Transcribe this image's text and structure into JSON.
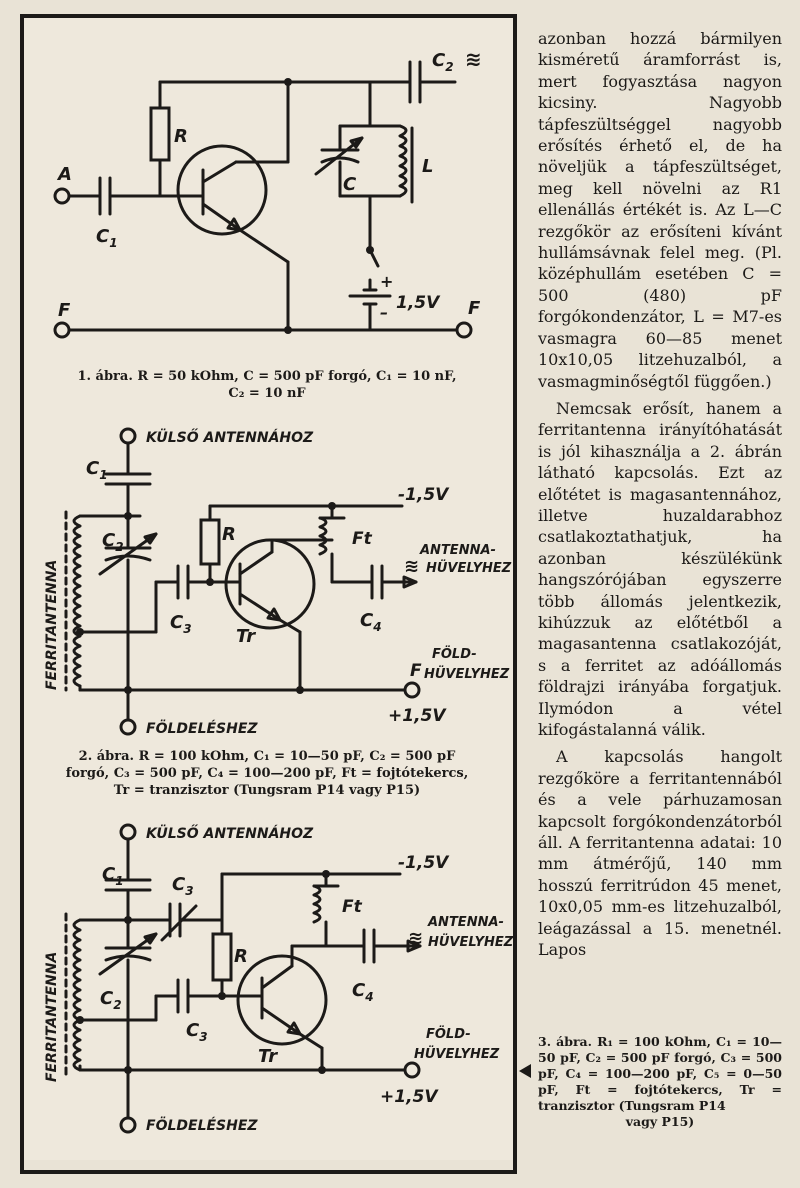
{
  "figure1": {
    "labels": {
      "A": "A",
      "C1": "C",
      "C1_sub": "1",
      "R": "R",
      "C2": "C",
      "C2_sub": "2",
      "C2_symbol": "≋",
      "C": "C",
      "L": "L",
      "F_left": "F",
      "F_right": "F",
      "plus": "+",
      "minus": "–",
      "voltage": "1,5V"
    },
    "caption": [
      "1. ábra. R = 50 kOhm, C = 500 pF forgó, C₁ = 10 nF,",
      "C₂ = 10 nF"
    ]
  },
  "figure2": {
    "labels": {
      "ext_antenna": "KÜLSŐ ANTENNÁHOZ",
      "C1": "C",
      "C1_sub": "1",
      "C2": "C",
      "C2_sub": "2",
      "C3": "C",
      "C3_sub": "3",
      "C4": "C",
      "C4_sub": "4",
      "R": "R",
      "Ft": "Ft",
      "Tr": "Tr",
      "minus_v": "-1,5V",
      "plus_v": "+1,5V",
      "antenna_socket_1": "ANTENNA-",
      "antenna_socket_2": "HÜVELYHEZ",
      "antenna_symbol": "≋",
      "earth_socket_1": "FÖLD-",
      "earth_socket_2": "HÜVELYHEZ",
      "F": "F",
      "earthing": "FÖLDELÉSHEZ",
      "ferrite": "FERRITANTENNA"
    },
    "caption": [
      "2. ábra. R = 100 kOhm, C₁ = 10—50 pF, C₂ = 500 pF",
      "forgó, C₃ = 500 pF, C₄ = 100—200 pF, Ft = fojtótekercs,",
      "Tr = tranzisztor (Tungsram P14 vagy P15)"
    ]
  },
  "figure3": {
    "labels": {
      "ext_antenna": "KÜLSŐ ANTENNÁHOZ",
      "C1": "C",
      "C1_sub": "1",
      "C2": "C",
      "C2_sub": "2",
      "C3a": "C",
      "C3a_sub": "3",
      "C3b": "C",
      "C3b_sub": "3",
      "C4": "C",
      "C4_sub": "4",
      "R": "R",
      "Ft": "Ft",
      "Tr": "Tr",
      "minus_v": "-1,5V",
      "plus_v": "+1,5V",
      "antenna_socket_1": "ANTENNA-",
      "antenna_socket_2": "HÜVELYHEZ",
      "antenna_symbol": "≋",
      "earth_socket_1": "FÖLD-",
      "earth_socket_2": "HÜVELYHEZ",
      "earthing": "FÖLDELÉSHEZ",
      "ferrite": "FERRITANTENNA"
    },
    "caption": [
      "3. ábra. R₁ = 100 kOhm, C₁ = 10—50 pF, C₂ = 500 pF forgó, C₃ = 500 pF, C₄ = 100—200 pF, C₅ = 0—50 pF, Ft = fojtótekercs, Tr = tranzisztor (Tungsram P14",
      "vagy P15)"
    ]
  },
  "article": {
    "paragraphs": [
      "azonban hozzá bármilyen kisméretű áramforrást is, mert fogyasztása nagyon kicsiny. Nagyobb tápfeszültséggel nagyobb erősítés érhető el, de ha növeljük a tápfeszültséget, meg kell növelni az R1 ellenállás értékét is. Az L—C rezgőkör az erősíteni kívánt hullámsávnak felel meg. (Pl. középhullám esetében C = 500 (480) pF forgókondenzátor, L = M7-es vasmagra 60—85 menet 10x10,05 litzehuzalból, a vasmagminőségtől függően.)",
      "Nemcsak erősít, hanem a ferritantenna irányítóhatását is jól kihasználja a 2. ábrán látható kapcsolás. Ezt az előtétet is magasantennához, illetve huzaldarabhoz csatlakoztathatjuk, ha azonban készülékünk hangszórójában egyszerre több állomás jelentkezik, kihúzzuk az előtétből a magasantenna csatlakozóját, s a ferritet az adóállomás földrajzi irányába forgatjuk. Ilymódon a vétel kifogástalanná válik.",
      "A kapcsolás hangolt rezgőköre a ferritantennából és a vele párhuzamosan kapcsolt forgókondenzátorból áll. A ferritantenna adatai: 10 mm átmérőjű, 140 mm hosszú ferritrúdon 45 menet, 10x0,05 mm-es litzehuzalból, leágazással a 15. menetnél. Lapos"
    ]
  }
}
